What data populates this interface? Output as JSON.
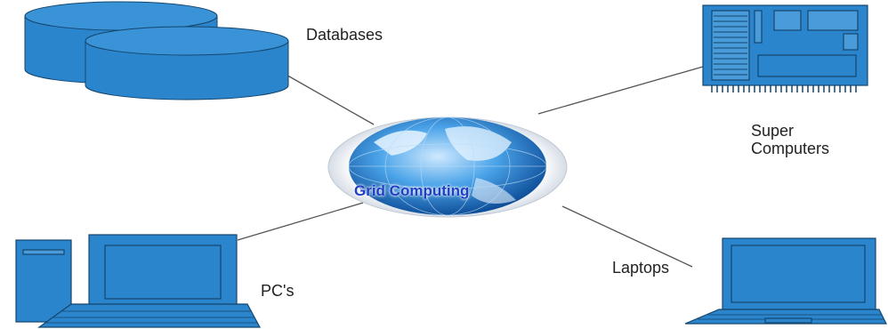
{
  "nodes": {
    "center": {
      "label": "Grid Computing"
    },
    "databases": {
      "label": "Databases"
    },
    "super_computers": {
      "label_line1": "Super",
      "label_line2": "Computers"
    },
    "pcs": {
      "label": "PC's"
    },
    "laptops": {
      "label": "Laptops"
    }
  },
  "colors": {
    "device_fill": "#2b85cc",
    "device_stroke": "#14466e",
    "connector": "#555555",
    "globe_text": "#1f3fc4"
  }
}
